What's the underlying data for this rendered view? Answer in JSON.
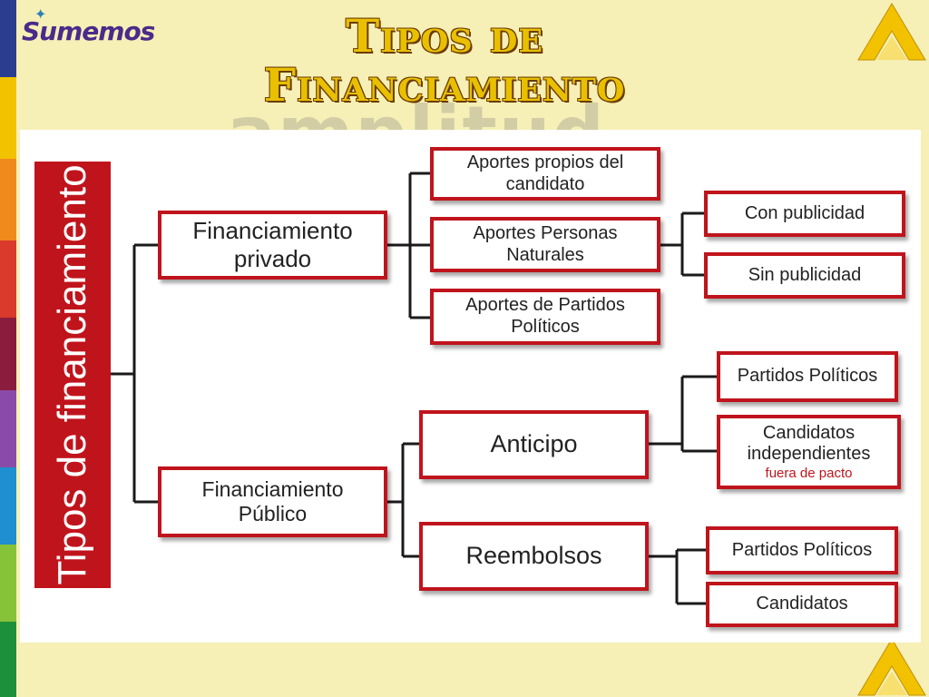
{
  "brand": {
    "logo_text": "Sumemos"
  },
  "slide": {
    "title_line1": "Tipos de",
    "title_line2": "Financiamiento",
    "watermark": "amplitud"
  },
  "colors": {
    "accent": "#c0141c",
    "title": "#e8c000",
    "background": "#f6efb6"
  },
  "diagram": {
    "root": "Tipos de financiamiento",
    "privado": {
      "label_line1": "Financiamiento",
      "label_line2": "privado",
      "aportes_propios": [
        "Aportes propios del",
        "candidato"
      ],
      "aportes_personas": [
        "Aportes Personas",
        "Naturales"
      ],
      "aportes_partidos": [
        "Aportes de Partidos",
        "Políticos"
      ],
      "con_publicidad": "Con publicidad",
      "sin_publicidad": "Sin publicidad"
    },
    "publico": {
      "label_line1": "Financiamiento",
      "label_line2": "Público",
      "anticipo": "Anticipo",
      "anticipo_partidos": "Partidos Políticos",
      "anticipo_candidatos": [
        "Candidatos",
        "independientes"
      ],
      "anticipo_note": "fuera de pacto",
      "reembolsos": "Reembolsos",
      "reembolsos_partidos": "Partidos Políticos",
      "reembolsos_candidatos": "Candidatos"
    }
  }
}
